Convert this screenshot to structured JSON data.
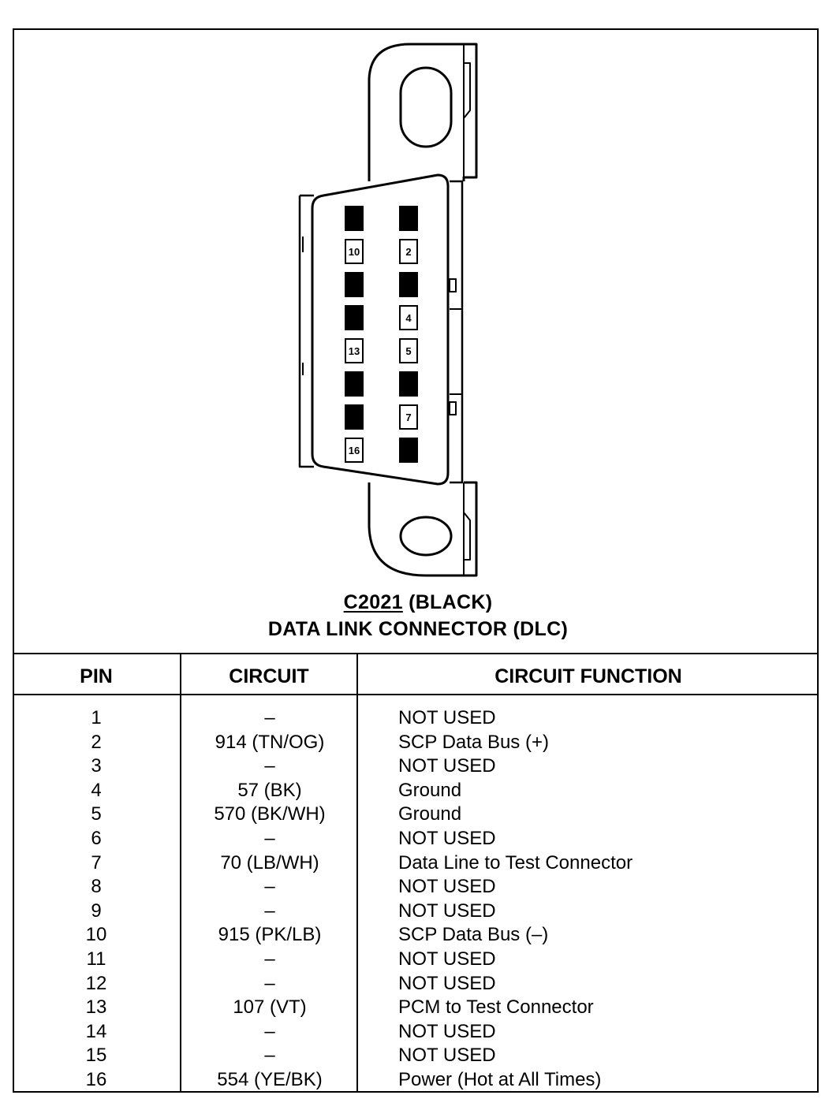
{
  "connector": {
    "id": "C2021",
    "color_label": "(BLACK)",
    "name": "DATA LINK CONNECTOR (DLC)",
    "cavity_labels": {
      "left": [
        "",
        "10",
        "",
        "",
        "13",
        "",
        "",
        "16"
      ],
      "right": [
        "",
        "2",
        "",
        "4",
        "5",
        "",
        "7",
        ""
      ]
    },
    "cavity_filled": {
      "left": [
        true,
        false,
        true,
        true,
        false,
        true,
        true,
        false
      ],
      "right": [
        true,
        false,
        true,
        false,
        false,
        true,
        false,
        true
      ]
    }
  },
  "table": {
    "headers": {
      "pin": "PIN",
      "circuit": "CIRCUIT",
      "function": "CIRCUIT FUNCTION"
    },
    "rows": [
      {
        "pin": "1",
        "circuit": "–",
        "function": "NOT USED"
      },
      {
        "pin": "2",
        "circuit": "914 (TN/OG)",
        "function": "SCP Data Bus (+)"
      },
      {
        "pin": "3",
        "circuit": "–",
        "function": "NOT USED"
      },
      {
        "pin": "4",
        "circuit": "57 (BK)",
        "function": "Ground"
      },
      {
        "pin": "5",
        "circuit": "570 (BK/WH)",
        "function": "Ground"
      },
      {
        "pin": "6",
        "circuit": "–",
        "function": "NOT USED"
      },
      {
        "pin": "7",
        "circuit": "70 (LB/WH)",
        "function": "Data Line to Test Connector"
      },
      {
        "pin": "8",
        "circuit": "–",
        "function": "NOT USED"
      },
      {
        "pin": "9",
        "circuit": "–",
        "function": "NOT USED"
      },
      {
        "pin": "10",
        "circuit": "915 (PK/LB)",
        "function": "SCP Data Bus (–)"
      },
      {
        "pin": "11",
        "circuit": "–",
        "function": "NOT USED"
      },
      {
        "pin": "12",
        "circuit": "–",
        "function": "NOT USED"
      },
      {
        "pin": "13",
        "circuit": "107 (VT)",
        "function": "PCM to Test Connector"
      },
      {
        "pin": "14",
        "circuit": "–",
        "function": "NOT USED"
      },
      {
        "pin": "15",
        "circuit": "–",
        "function": "NOT USED"
      },
      {
        "pin": "16",
        "circuit": "554 (YE/BK)",
        "function": "Power (Hot at All Times)"
      }
    ]
  }
}
